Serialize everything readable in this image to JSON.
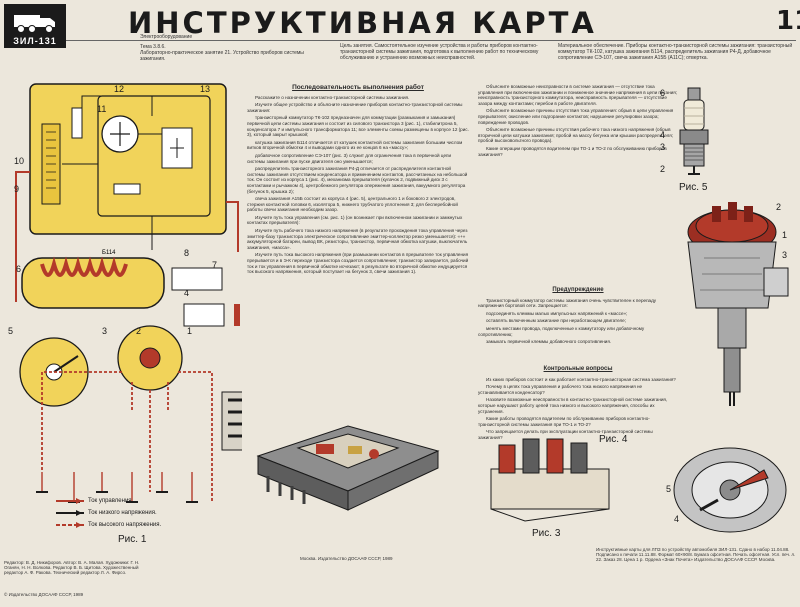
{
  "header": {
    "vehicle_model": "ЗИЛ-131",
    "title": "ИНСТРУКТИВНАЯ КАРТА",
    "sheet_number": "11",
    "category": "Электрооборудование",
    "topic": "Тема 3.8.6.",
    "lesson": "Лабораторно-практическое занятие 21. Устройство приборов системы зажигания.",
    "goal": "Цель занятия. Самостоятельное изучение устройства и работы приборов контактно-транзисторной системы зажигания, подготовка к выполнению работ по техническому обслуживанию и устранению возможных неисправностей.",
    "equipment": "Материальное обеспечение. Приборы контактно-транзисторной системы зажигания: транзисторный коммутатор ТК-102, катушка зажигания Б114, распределитель зажигания Р4-Д, добавочное сопротивление СЭ-107, свеча зажигания А15Б (А11С); отвертка."
  },
  "section_heading": "Последовательность выполнения работ",
  "col1": [
    "Расскажите о назначении контактно-транзисторной системы зажигания.",
    "Изучите общее устройство и объясните назначение приборов контактно-транзисторной системы зажигания:",
    "транзисторный коммутатор ТК-102 предназначен для коммутации (размыкания и замыкания) первичной цепи системы зажигания и состоит из силового транзистора 3 (рис. 1), стабилитрона 5, конденсатора 7 и импульсного трансформатора 11; все элементы схемы размещены в корпусе 12 (рис. 3), который закрыт крышкой;",
    "катушка зажигания Б114 отличается от катушек контактной системы зажигания большим числом витков вторичной обмотки 4 и выводами одного из ее концов 6 на «массу»;",
    "добавочное сопротивление СЭ-107 (рис. 3) служит для ограничения тока в первичной цепи системы зажигания при пуске двигателя оно уменьшается;",
    "распределитель транзисторного зажигания Р4-Д отличается от распределителя контактной системы зажигания отсутствием конденсатора и применением контактов, рассчитанных на небольшой ток. Он состоит из корпуса 1 (рис. 4), механизма прерывателя (кулачок 2, подвижный диск 3 с контактами и рычажком 4), центробежного регулятора опережения зажигания, вакуумного регулятора (бегунок 5, крышка 2);",
    "свеча зажигания А15Б состоит из корпуса 4 (рис. 5), центрального 1 и бокового 2 электродов, стержня контактной головки 6, изолятора 5, нижнего трубчатого уплотнения 3; для бесперебойной работы свечи зажигания необходим зазор.",
    "Изучите путь тока управления (см. рис. 1) (он возникает при включенном зажигании и замкнутых контактах прерывателя):",
    "Изучите путь рабочего тока низкого напряжения (в результате прохождения тока управления через эмиттер-базу транзистора электрическое сопротивление эмиттер-коллектор резко уменьшается): «+» аккумуляторной батареи, вывод ВК, резисторы, транзистор, первичная обмотка катушки, выключатель зажигания, «масса».",
    "Изучите путь тока высокого напряжения (при размыкании контактов в прерывателе ток управления прерывается и в Э-К переходе транзистора создается сопротивление; транзистор запирается, рабочий ток и ток управления в первичной обмотке исчезают; в результате во вторичной обмотке индуцируется ток высокого напряжения, который поступает на бегунок 3, свечи зажигания 1)."
  ],
  "col2": [
    "Объясните возможные неисправности в системе зажигания — отсутствие тока управления при включенном зажигании и пониженное значение напряжения в цепи питания; неисправность транзисторного коммутатора, неисправность прерывателя — отсутствие зазора между контактами; перебои в работе двигателя.",
    "Объясните возможные причины отсутствия тока управления: обрыв в цепи управления прерывателя; окисление или подгорание контактов; нарушение регулировки зазора; повреждение проводов.",
    "Объясните возможные причины отсутствия рабочего тока низкого напряжения (обрыв вторичной цепи катушки зажигания; пробой на массу бегунка или крышки распределителя; пробой высоковольтного провода).",
    "Какие операции проводятся водителем при ТО-1 и ТО-2 по обслуживанию приборов зажигания?"
  ],
  "warn_heading": "Предупреждение",
  "col3": [
    "Транзисторный коммутатор системы зажигания очень чувствителен к перепаду напряжения бортовой сети. Запрещается:",
    "подсоединять клеммы малых импульсных напряжений к «массе»;",
    "оставлять включенным зажигание при неработающем двигателе;",
    "менять местами провода, подключенные к коммутатору или добавочному сопротивлению;",
    "замыкать первичной клеммы добавочного сопротивления."
  ],
  "q_heading": "Контрольные вопросы",
  "col4": [
    "Из каких приборов состоит и как работает контактно-транзисторная система зажигания?",
    "Почему в цепях тока управления и рабочего тока низкого напряжения не устанавливается конденсатор?",
    "Назовите возможные неисправности в контактно-транзисторной системе зажигания, которые нарушают работу цепей тока низкого и высокого напряжения, способы их устранения.",
    "Какие работы проводятся водителем по обслуживанию приборов контактно-транзисторной системы зажигания при ТО-1 и ТО-2?",
    "Что запрещается делать при эксплуатации контактно-транзисторной системы зажигания?"
  ],
  "figures": {
    "fig1": "Рис. 1",
    "fig3": "Рис. 3",
    "fig4": "Рис. 4",
    "fig5": "Рис. 5",
    "coil_label": "Б114"
  },
  "legend": [
    {
      "label": "Ток управления.",
      "color": "#b33a2a"
    },
    {
      "label": "Ток низкого напряжения.",
      "color": "#1b1b1b"
    },
    {
      "label": "Ток высокого напряжения.",
      "color": "#b33a2a"
    }
  ],
  "footer": {
    "credits": "Редактор: В. Д. Никифоров. Автор: В. А. Малая. Художники: Г. Н. Оганян, Н. Н. Волкова. Редактор В. Б. Щитова. Художественный редактор А. Ф. Ракова. Технический редактор Л. А. Фирсо.",
    "copyright": "© Издательство ДОСААФ СССР, 1989",
    "publisher": "Москва. Издательство ДОСААФ СССР, 1989",
    "printing": "Инструктивные карты для ЛПЗ по устройству автомобиля ЗИЛ-131. Сдано в набор 11.04.88. Подписано к печати 11.11.88. Формат 60×90/8. Бумага офсетная. Печать офсетная. Усл. печ. л. 22. Заказ 28. Цена 1 р. Ордена «Знак Почета» Издательство ДОСААФ СССР. Москва."
  },
  "colors": {
    "background": "#ece7dc",
    "yellow": "#f1d35a",
    "red": "#b33a2a",
    "ink": "#1b1b1b"
  }
}
